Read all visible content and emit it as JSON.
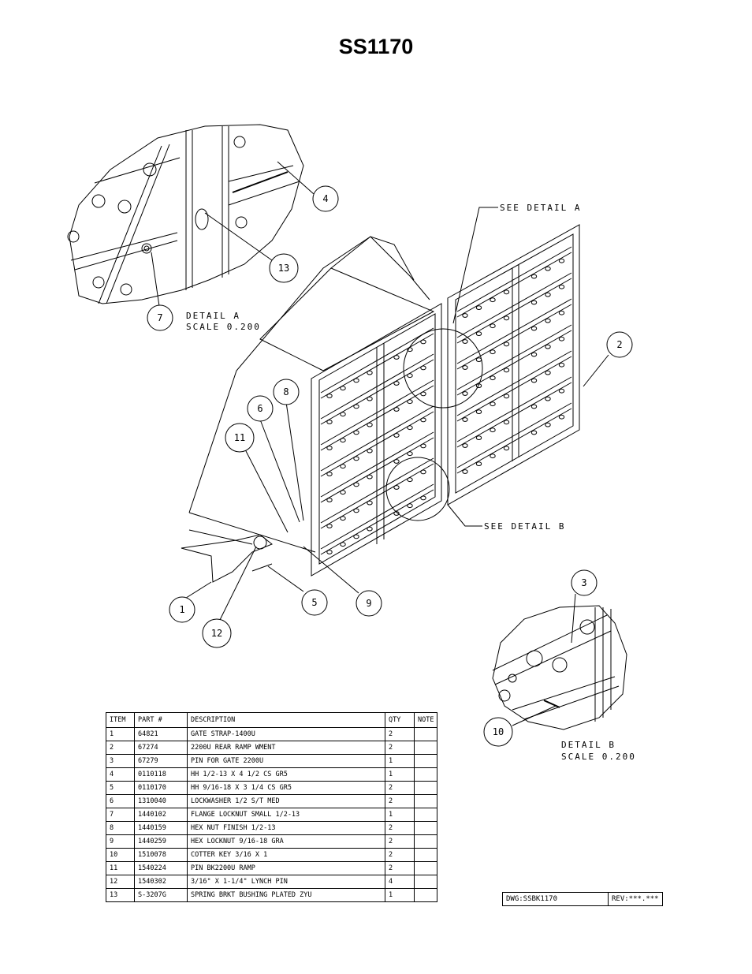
{
  "title": "SS1170",
  "details": {
    "a": {
      "label": "DETAIL  A",
      "scale": "SCALE  0.200"
    },
    "b": {
      "label": "DETAIL  B",
      "scale": "SCALE  0.200"
    },
    "callout_a": "SEE DETAIL  A",
    "callout_b": "SEE DETAIL  B"
  },
  "balloons": [
    "1",
    "2",
    "3",
    "4",
    "5",
    "6",
    "7",
    "8",
    "9",
    "10",
    "11",
    "12",
    "13"
  ],
  "parts_table": {
    "headers": [
      "ITEM",
      "PART #",
      "DESCRIPTION",
      "QTY",
      "NOTE"
    ],
    "rows": [
      [
        "1",
        "64821",
        "GATE STRAP-1400U",
        "2",
        ""
      ],
      [
        "2",
        "67274",
        "2200U REAR RAMP WMENT",
        "2",
        ""
      ],
      [
        "3",
        "67279",
        "PIN FOR GATE 2200U",
        "1",
        ""
      ],
      [
        "4",
        "0110118",
        "HH 1/2-13 X 4 1/2 CS GR5",
        "1",
        ""
      ],
      [
        "5",
        "0110170",
        "HH 9/16-18 X 3 1/4 CS GR5",
        "2",
        ""
      ],
      [
        "6",
        "1310040",
        "LOCKWASHER 1/2 S/T MED",
        "2",
        ""
      ],
      [
        "7",
        "1440102",
        "FLANGE LOCKNUT SMALL 1/2-13",
        "1",
        ""
      ],
      [
        "8",
        "1440159",
        "HEX NUT FINISH 1/2-13",
        "2",
        ""
      ],
      [
        "9",
        "1440259",
        "HEX LOCKNUT 9/16-18 GRA",
        "2",
        ""
      ],
      [
        "10",
        "1510078",
        "COTTER KEY 3/16 X 1",
        "2",
        ""
      ],
      [
        "11",
        "1540224",
        "PIN BK2200U RAMP",
        "2",
        ""
      ],
      [
        "12",
        "1540302",
        "3/16\" X 1-1/4\" LYNCH PIN",
        "4",
        ""
      ],
      [
        "13",
        "S-3207G",
        "SPRING BRKT BUSHING PLATED ZYU",
        "1",
        ""
      ]
    ]
  },
  "title_block": {
    "dwg": "DWG:SSBK1170",
    "rev": "REV:***.***"
  }
}
